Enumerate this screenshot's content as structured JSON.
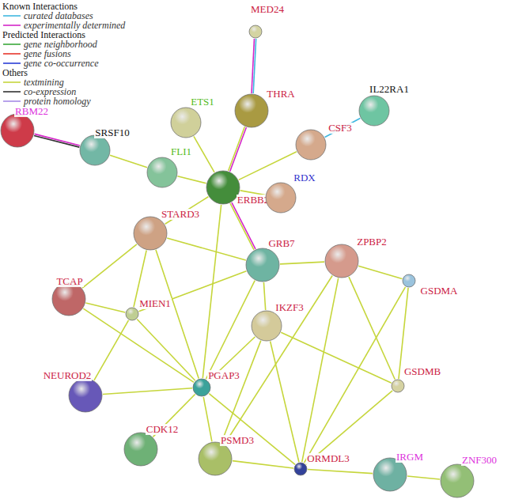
{
  "diagram": {
    "nodes": [
      {
        "text": [
          "MED24"
        ]
      },
      {
        "text": [
          "RBM22"
        ]
      },
      {
        "text": [
          "SRSF10"
        ]
      },
      {
        "text": [
          "ETS1"
        ]
      },
      {
        "text": [
          "THRA"
        ]
      },
      {
        "text": [
          "IL22RA1"
        ]
      },
      {
        "text": [
          "CSF3"
        ]
      },
      {
        "text": [
          "FLI1"
        ]
      },
      {
        "text": [
          "ERBB2"
        ]
      },
      {
        "text": [
          "RDX"
        ]
      },
      {
        "text": [
          "STARD3"
        ]
      },
      {
        "text": [
          "GRB7"
        ]
      },
      {
        "text": [
          "ZPBP2"
        ]
      },
      {
        "text": [
          "GSDMA"
        ]
      },
      {
        "text": [
          "TCAP"
        ]
      },
      {
        "text": [
          "MIEN1"
        ]
      },
      {
        "text": [
          "IKZF3"
        ]
      },
      {
        "text": [
          "GSDMB"
        ]
      },
      {
        "text": [
          "NEUROD2"
        ]
      },
      {
        "text": [
          "PGAP3"
        ]
      },
      {
        "text": [
          "CDK12"
        ]
      },
      {
        "text": [
          "PSMD3"
        ]
      },
      {
        "text": [
          "ORMDL3"
        ]
      },
      {
        "text": [
          "IRGM"
        ]
      },
      {
        "text": [
          "ZNF300"
        ]
      }
    ],
    "edges": [
      {
        "from": 0,
        "to": 4,
        "arrow": "none"
      },
      {
        "from": 1,
        "to": 2,
        "arrow": "none"
      },
      {
        "from": 2,
        "to": 7,
        "arrow": "none"
      },
      {
        "from": 7,
        "to": 8,
        "arrow": "none"
      },
      {
        "from": 3,
        "to": 8,
        "arrow": "none"
      },
      {
        "from": 4,
        "to": 8,
        "arrow": "none"
      },
      {
        "from": 6,
        "to": 8,
        "arrow": "none"
      },
      {
        "from": 5,
        "to": 6,
        "arrow": "none"
      },
      {
        "from": 9,
        "to": 8,
        "arrow": "none"
      },
      {
        "from": 8,
        "to": 10,
        "arrow": "none"
      },
      {
        "from": 8,
        "to": 11,
        "arrow": "none"
      },
      {
        "from": 8,
        "to": 19,
        "arrow": "none"
      },
      {
        "from": 10,
        "to": 11,
        "arrow": "none"
      },
      {
        "from": 10,
        "to": 15,
        "arrow": "none"
      },
      {
        "from": 10,
        "to": 14,
        "arrow": "none"
      },
      {
        "from": 10,
        "to": 19,
        "arrow": "none"
      },
      {
        "from": 14,
        "to": 15,
        "arrow": "none"
      },
      {
        "from": 14,
        "to": 19,
        "arrow": "none"
      },
      {
        "from": 15,
        "to": 11,
        "arrow": "none"
      },
      {
        "from": 15,
        "to": 19,
        "arrow": "none"
      },
      {
        "from": 15,
        "to": 18,
        "arrow": "none"
      },
      {
        "from": 11,
        "to": 16,
        "arrow": "none"
      },
      {
        "from": 11,
        "to": 12,
        "arrow": "none"
      },
      {
        "from": 11,
        "to": 19,
        "arrow": "none"
      },
      {
        "from": 12,
        "to": 13,
        "arrow": "none"
      },
      {
        "from": 12,
        "to": 21,
        "arrow": "none"
      },
      {
        "from": 12,
        "to": 22,
        "arrow": "none"
      },
      {
        "from": 12,
        "to": 17,
        "arrow": "none"
      },
      {
        "from": 13,
        "to": 17,
        "arrow": "none"
      },
      {
        "from": 13,
        "to": 22,
        "arrow": "none"
      },
      {
        "from": 16,
        "to": 17,
        "arrow": "none"
      },
      {
        "from": 16,
        "to": 22,
        "arrow": "none"
      },
      {
        "from": 16,
        "to": 19,
        "arrow": "none"
      },
      {
        "from": 16,
        "to": 21,
        "arrow": "none"
      },
      {
        "from": 19,
        "to": 18,
        "arrow": "none"
      },
      {
        "from": 19,
        "to": 20,
        "arrow": "none"
      },
      {
        "from": 19,
        "to": 21,
        "arrow": "none"
      },
      {
        "from": 19,
        "to": 22,
        "arrow": "none"
      },
      {
        "from": 21,
        "to": 22,
        "arrow": "none"
      },
      {
        "from": 22,
        "to": 17,
        "arrow": "none"
      },
      {
        "from": 22,
        "to": 23,
        "arrow": "none"
      },
      {
        "from": 23,
        "to": 24,
        "arrow": "none"
      }
    ],
    "labels": [
      "Known Interactions",
      "Predicted Interactions",
      "Others"
    ],
    "legend": [
      {
        "text": "curated databases",
        "color": "#3fb8e0"
      },
      {
        "text": "experimentally determined",
        "color": "#d426c8"
      },
      {
        "text": "gene neighborhood",
        "color": "#3aa83a"
      },
      {
        "text": "gene fusions",
        "color": "#e8372c"
      },
      {
        "text": "gene co-occurrence",
        "color": "#2b3fd6"
      },
      {
        "text": "textmining",
        "color": "#c6d63c"
      },
      {
        "text": "co-expression",
        "color": "#333333"
      },
      {
        "text": "protein homology",
        "color": "#a78be6"
      }
    ]
  }
}
